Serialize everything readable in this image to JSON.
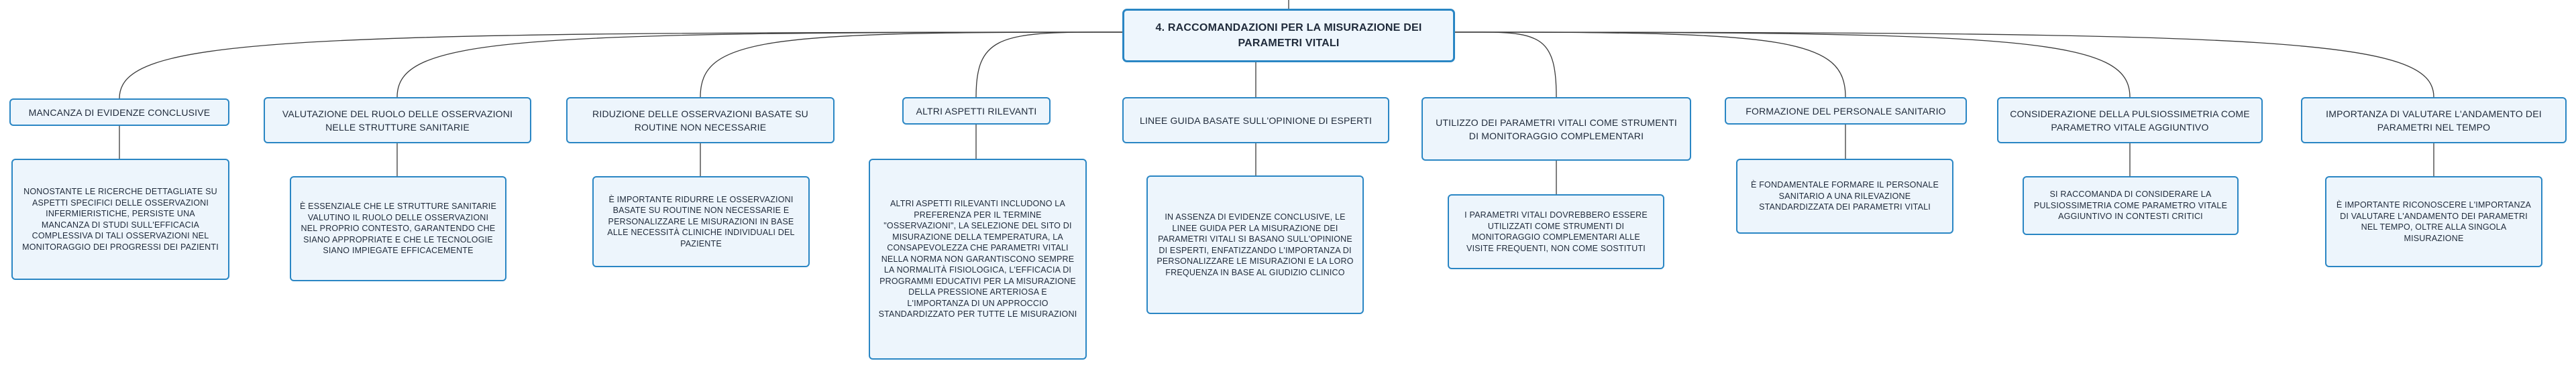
{
  "root": {
    "label": "4. RACCOMANDAZIONI PER LA MISURAZIONE DEI PARAMETRI VITALI"
  },
  "branches": [
    {
      "label": "MANCANZA DI EVIDENZE CONCLUSIVE",
      "detail": "NONOSTANTE LE RICERCHE DETTAGLIATE SU ASPETTI SPECIFICI DELLE OSSERVAZIONI INFERMIERISTICHE, PERSISTE UNA MANCANZA DI STUDI SULL'EFFICACIA COMPLESSIVA DI TALI OSSERVAZIONI NEL MONITORAGGIO DEI PROGRESSI DEI PAZIENTI"
    },
    {
      "label": "VALUTAZIONE DEL RUOLO DELLE OSSERVAZIONI NELLE STRUTTURE SANITARIE",
      "detail": "È ESSENZIALE CHE LE STRUTTURE SANITARIE VALUTINO IL RUOLO DELLE OSSERVAZIONI NEL PROPRIO CONTESTO, GARANTENDO CHE SIANO APPROPRIATE E CHE LE TECNOLOGIE SIANO IMPIEGATE EFFICACEMENTE"
    },
    {
      "label": "RIDUZIONE DELLE OSSERVAZIONI BASATE SU ROUTINE NON NECESSARIE",
      "detail": "È IMPORTANTE RIDURRE LE OSSERVAZIONI BASATE SU ROUTINE NON NECESSARIE E PERSONALIZZARE LE MISURAZIONI IN BASE ALLE NECESSITÀ CLINICHE INDIVIDUALI DEL PAZIENTE"
    },
    {
      "label": "ALTRI ASPETTI RILEVANTI",
      "detail": "ALTRI ASPETTI RILEVANTI INCLUDONO LA PREFERENZA PER IL TERMINE \"OSSERVAZIONI\", LA SELEZIONE DEL SITO DI MISURAZIONE DELLA TEMPERATURA, LA CONSAPEVOLEZZA CHE PARAMETRI VITALI NELLA NORMA NON GARANTISCONO SEMPRE LA NORMALITÀ FISIOLOGICA, L'EFFICACIA DI PROGRAMMI EDUCATIVI PER LA MISURAZIONE DELLA PRESSIONE ARTERIOSA E L'IMPORTANZA DI UN APPROCCIO STANDARDIZZATO PER TUTTE LE MISURAZIONI"
    },
    {
      "label": "LINEE GUIDA BASATE SULL'OPINIONE DI ESPERTI",
      "detail": "IN ASSENZA DI EVIDENZE CONCLUSIVE, LE LINEE GUIDA PER LA MISURAZIONE DEI PARAMETRI VITALI SI BASANO SULL'OPINIONE DI ESPERTI, ENFATIZZANDO L'IMPORTANZA DI PERSONALIZZARE LE MISURAZIONI E LA LORO FREQUENZA IN BASE AL GIUDIZIO CLINICO"
    },
    {
      "label": "UTILIZZO DEI PARAMETRI VITALI COME STRUMENTI DI MONITORAGGIO COMPLEMENTARI",
      "detail": "I PARAMETRI VITALI DOVREBBERO ESSERE UTILIZZATI COME STRUMENTI DI MONITORAGGIO COMPLEMENTARI ALLE VISITE FREQUENTI, NON COME SOSTITUTI"
    },
    {
      "label": "FORMAZIONE DEL PERSONALE SANITARIO",
      "detail": "È FONDAMENTALE FORMARE IL PERSONALE SANITARIO A UNA RILEVAZIONE STANDARDIZZATA DEI PARAMETRI VITALI"
    },
    {
      "label": "CONSIDERAZIONE DELLA PULSIOSSIMETRIA COME PARAMETRO VITALE AGGIUNTIVO",
      "detail": "SI RACCOMANDA DI CONSIDERARE LA PULSIOSSIMETRIA COME PARAMETRO VITALE AGGIUNTIVO IN CONTESTI CRITICI"
    },
    {
      "label": "IMPORTANZA DI VALUTARE L'ANDAMENTO DEI PARAMETRI NEL TEMPO",
      "detail": "È IMPORTANTE RICONOSCERE L'IMPORTANZA DI VALUTARE L'ANDAMENTO DEI PARAMETRI NEL TEMPO, OLTRE ALLA SINGOLA MISURAZIONE"
    }
  ]
}
